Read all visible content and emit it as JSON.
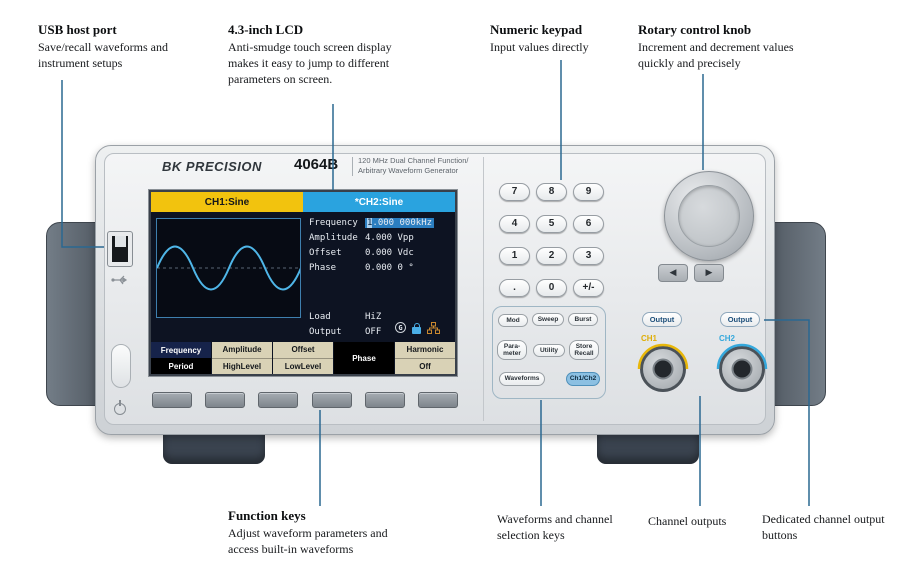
{
  "colors": {
    "leader_line": "#2a6891",
    "ch1_accent": "#e8b70a",
    "ch2_accent": "#35a8dc",
    "value_highlight": "#2b7ec0"
  },
  "callouts": {
    "top": [
      {
        "title": "USB host port",
        "desc": "Save/recall waveforms and instrument setups"
      },
      {
        "title": "4.3-inch LCD",
        "desc": "Anti-smudge touch screen display makes it easy to jump to different parameters on screen."
      },
      {
        "title": "Numeric keypad",
        "desc": "Input values directly"
      },
      {
        "title": "Rotary control knob",
        "desc": "Increment and decrement values quickly and precisely"
      }
    ],
    "bottom": [
      {
        "title": "Function keys",
        "desc": "Adjust waveform parameters and access built-in waveforms"
      },
      {
        "desc": "Waveforms and channel selection keys"
      },
      {
        "desc": "Channel outputs"
      },
      {
        "desc": "Dedicated channel output buttons"
      }
    ]
  },
  "device": {
    "brand": "BK PRECISION",
    "model": "4064B",
    "subtitle_line1": "120 MHz Dual Channel Function/",
    "subtitle_line2": "Arbitrary Waveform Generator",
    "screen": {
      "ch1_tab": "CH1:Sine",
      "ch2_tab": "*CH2:Sine",
      "params": [
        {
          "label": "Frequency",
          "cursor": "1",
          "rest": ".000 000kHz"
        },
        {
          "label": "Amplitude",
          "value": "4.000 Vpp"
        },
        {
          "label": "Offset",
          "value": "0.000 Vdc"
        },
        {
          "label": "Phase",
          "value": "0.000 0 °"
        }
      ],
      "load_label": "Load",
      "load_value": "HiZ",
      "output_label": "Output",
      "output_value": "OFF",
      "sync_icon": "G",
      "softkeys": [
        {
          "top": "Frequency",
          "bottom": "Period"
        },
        {
          "top": "Amplitude",
          "bottom": "HighLevel"
        },
        {
          "top": "Offset",
          "bottom": "LowLevel"
        },
        {
          "top": "Phase"
        },
        {
          "top": "Harmonic",
          "bottom": "Off"
        }
      ]
    },
    "keypad": [
      "7",
      "8",
      "9",
      "4",
      "5",
      "6",
      "1",
      "2",
      "3",
      ".",
      "0",
      "+/-"
    ],
    "arrow_left": "◀",
    "arrow_right": "▶",
    "mode_buttons": [
      "Mod",
      "Sweep",
      "Burst",
      "Para-\nmeter",
      "Utility",
      "Store\nRecall",
      "Waveforms",
      "Ch1/Ch2"
    ],
    "output_button_label": "Output",
    "ch1_label": "CH1",
    "ch2_label": "CH2"
  }
}
